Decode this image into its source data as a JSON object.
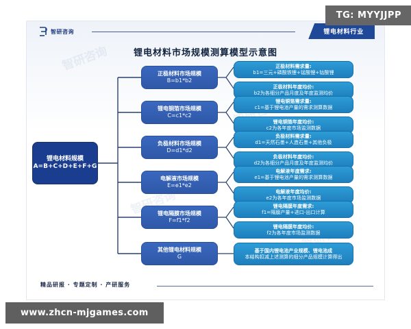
{
  "watermarks": {
    "telegram": "TG: MYYJJPP",
    "site": "www.zhcn-mjgames.com",
    "faint_logo": "智研咨询"
  },
  "header": {
    "logo_text": "智研咨询",
    "industry_tag": "锂电材料行业"
  },
  "title": "锂电材料市场规模测算模型示意图",
  "colors": {
    "root_node": "#1b3d8f",
    "mid_node": "#2f58a8",
    "right_node": "#1e7fbd",
    "tag": "#1f4898",
    "line": "#2a4070"
  },
  "diagram": {
    "root": {
      "line1": "锂电材料规模",
      "line2": "A=B+C+D+E+F+G"
    },
    "branches": [
      {
        "line1": "正极材料市场规模",
        "line2": "B=b1*b2",
        "details": [
          {
            "line1": "正极材料需求量:",
            "line2": "b1=三元+磷酸铁锂+锰酸锂+钴酸锂"
          },
          {
            "line1": "正极材料年度均价:",
            "line2": "b2为各细分产品月度及年度监测均价"
          }
        ]
      },
      {
        "line1": "锂电铜箔市场规模",
        "line2": "C=c1*c2",
        "details": [
          {
            "line1": "锂电铜箔需求量:",
            "line2": "c1=基于锂电池产量的需求测算数据"
          },
          {
            "line1": "锂电铜箔年度均价:",
            "line2": "c2为各年度市场监测数据"
          }
        ]
      },
      {
        "line1": "负极材料市场规模",
        "line2": "D=d1*d2",
        "details": [
          {
            "line1": "负极材料需求量:",
            "line2": "d1=天然石墨+人造石墨+其他负极"
          },
          {
            "line1": "负极材料年度均价:",
            "line2": "d2为各细分产品月度及年度监测均价"
          }
        ]
      },
      {
        "line1": "电解液市场规模",
        "line2": "E=e1*e2",
        "details": [
          {
            "line1": "电解液年度需求:",
            "line2": "e1=基于锂电池产量的需求测算数据"
          },
          {
            "line1": "电解液年度均价:",
            "line2": "e2为各年度市场监测数据"
          }
        ]
      },
      {
        "line1": "锂电隔膜市场规模",
        "line2": "F=f1*f2",
        "details": [
          {
            "line1": "锂电隔膜年度需求:",
            "line2": "f1=隔膜产量+进口-出口计算"
          },
          {
            "line1": "锂电隔膜年度均价:",
            "line2": "f2为各年度市场监测数据"
          }
        ]
      },
      {
        "line1": "其他锂电材料规模",
        "line2": "G",
        "details": [
          {
            "line1": "基于国内锂电池产业规模、锂电池成",
            "line2": "本结构扣减上述测算的细分产品规模计算得出"
          }
        ]
      }
    ]
  },
  "footer": {
    "slogan": "精品研报 · 专题定制 · 产研服务"
  }
}
